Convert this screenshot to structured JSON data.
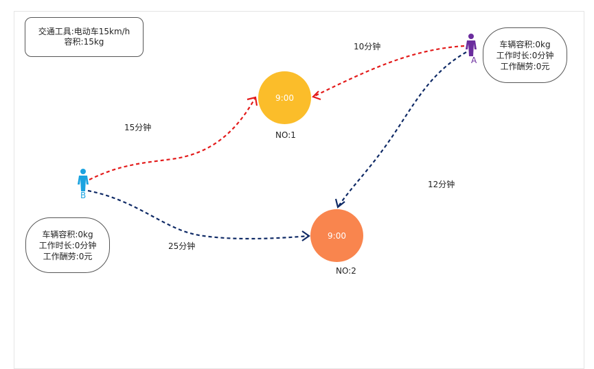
{
  "transport": {
    "vehicle": "交通工具:电动车15km/h",
    "capacity": "容积:15kg"
  },
  "workers": [
    {
      "id": "A",
      "color": "#6b2d9e",
      "info": [
        "车辆容积:0kg",
        "工作时长:0分钟",
        "工作酬劳:0元"
      ]
    },
    {
      "id": "B",
      "color": "#1aa3e0",
      "info": [
        "车辆容积:0kg",
        "工作时长:0分钟",
        "工作酬劳:0元"
      ]
    }
  ],
  "orders": [
    {
      "label": "NO:1",
      "time": "9:00",
      "color": "#fbbd2a"
    },
    {
      "label": "NO:2",
      "time": "9:00",
      "color": "#f9854e"
    }
  ],
  "routes": [
    {
      "from": "A",
      "to": "NO:1",
      "duration": "10分钟",
      "color": "#e31b1b"
    },
    {
      "from": "A",
      "to": "NO:2",
      "duration": "12分钟",
      "color": "#0f2a66"
    },
    {
      "from": "B",
      "to": "NO:1",
      "duration": "15分钟",
      "color": "#e31b1b"
    },
    {
      "from": "B",
      "to": "NO:2",
      "duration": "25分钟",
      "color": "#0f2a66"
    }
  ]
}
